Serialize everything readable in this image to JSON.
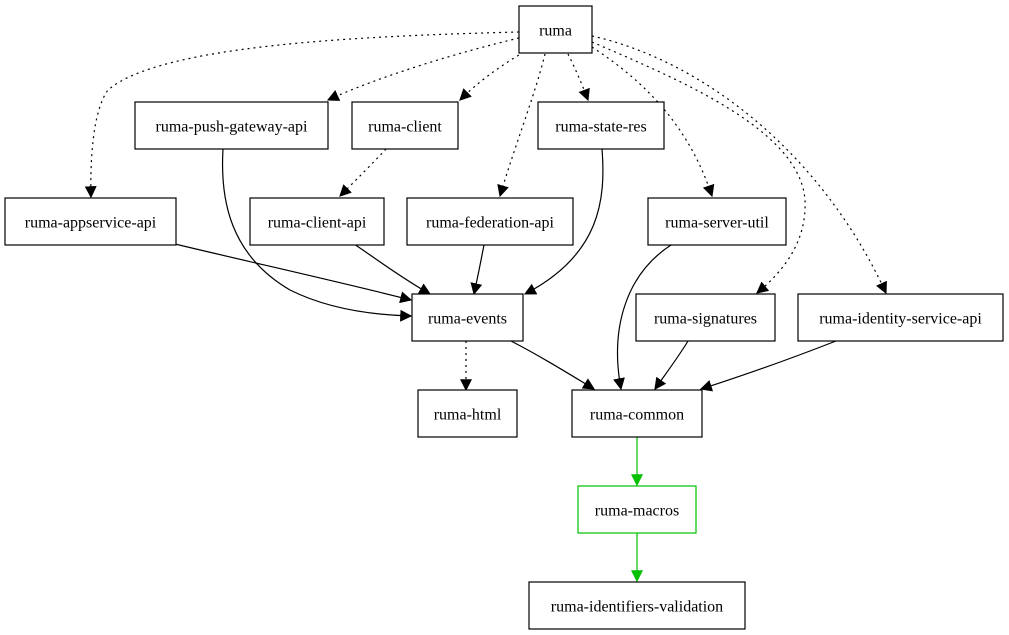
{
  "nodes": {
    "ruma": {
      "label": "ruma"
    },
    "ruma_push_gateway_api": {
      "label": "ruma-push-gateway-api"
    },
    "ruma_client": {
      "label": "ruma-client"
    },
    "ruma_state_res": {
      "label": "ruma-state-res"
    },
    "ruma_appservice_api": {
      "label": "ruma-appservice-api"
    },
    "ruma_client_api": {
      "label": "ruma-client-api"
    },
    "ruma_federation_api": {
      "label": "ruma-federation-api"
    },
    "ruma_server_util": {
      "label": "ruma-server-util"
    },
    "ruma_events": {
      "label": "ruma-events"
    },
    "ruma_signatures": {
      "label": "ruma-signatures"
    },
    "ruma_identity_service_api": {
      "label": "ruma-identity-service-api"
    },
    "ruma_html": {
      "label": "ruma-html"
    },
    "ruma_common": {
      "label": "ruma-common"
    },
    "ruma_macros": {
      "label": "ruma-macros"
    },
    "ruma_identifiers_validation": {
      "label": "ruma-identifiers-validation"
    }
  },
  "colors": {
    "default_stroke": "#000000",
    "highlight_stroke": "#00c000"
  }
}
